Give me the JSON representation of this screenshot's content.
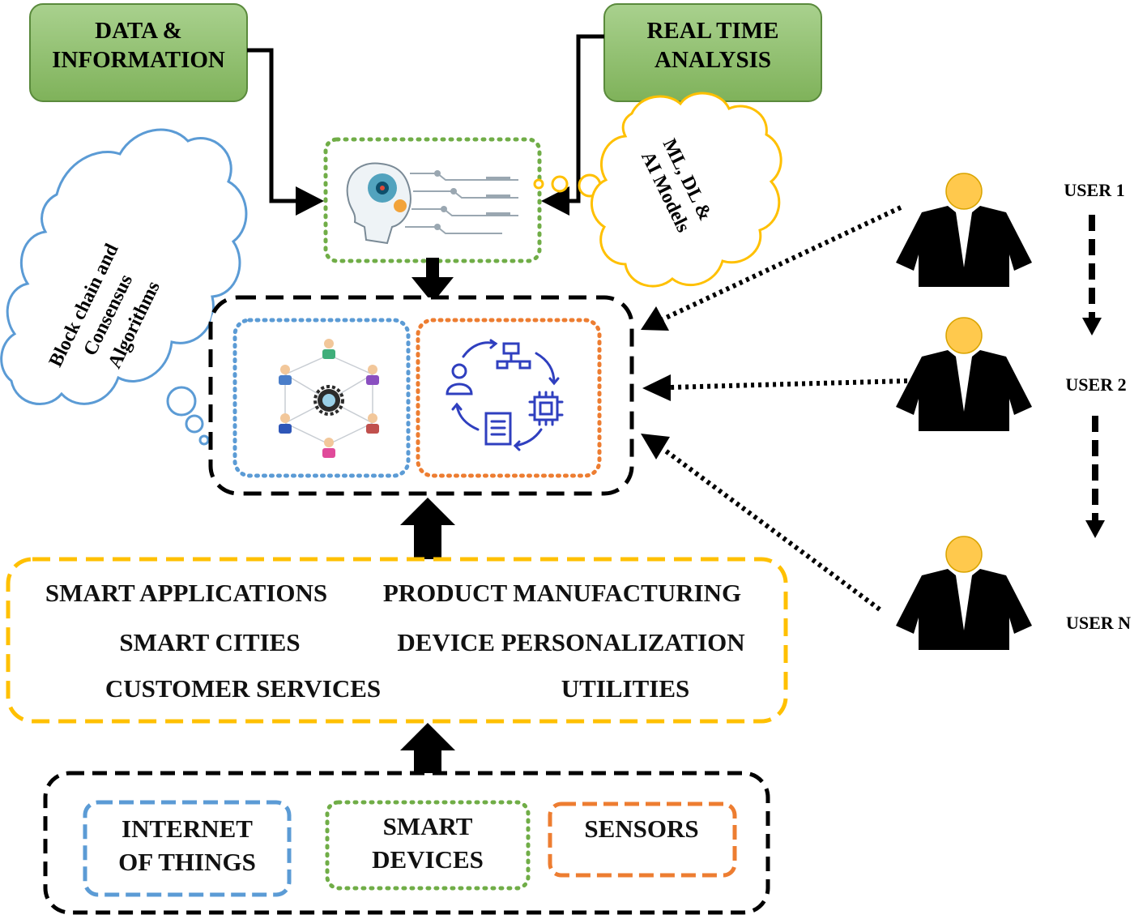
{
  "top_boxes": {
    "data_information": [
      "DATA &",
      "INFORMATION"
    ],
    "real_time_analysis": [
      "REAL TIME",
      "ANALYSIS"
    ]
  },
  "clouds": {
    "ml_models": [
      "ML, DL &",
      "AI Models"
    ],
    "blockchain": [
      "Block chain and",
      "Consensus",
      "Algorithms"
    ]
  },
  "applications": [
    "SMART APPLICATIONS",
    "PRODUCT MANUFACTURING",
    "SMART CITIES",
    "DEVICE PERSONALIZATION",
    "CUSTOMER SERVICES",
    "UTILITIES"
  ],
  "sources": {
    "iot": [
      "INTERNET",
      "OF THINGS"
    ],
    "smart_devices": [
      "SMART",
      "DEVICES"
    ],
    "sensors": [
      "SENSORS"
    ]
  },
  "users": [
    "USER 1",
    "USER 2",
    "USER N"
  ],
  "colors": {
    "green_fill": "#8fbf6a",
    "green_border": "#5a8a3c",
    "blue": "#5b9bd5",
    "orange": "#ed7d31",
    "yellow": "#ffc000",
    "dotted_green": "#70ad47",
    "black": "#000000",
    "user_head": "#ffc94d",
    "icon_blue": "#2f3fbf"
  },
  "icons": {
    "ai_brain": "ai-head-icon",
    "network_people": "people-network-gear-icon",
    "process_cycle": "process-cycle-icon",
    "user": "user-businessman-icon"
  }
}
